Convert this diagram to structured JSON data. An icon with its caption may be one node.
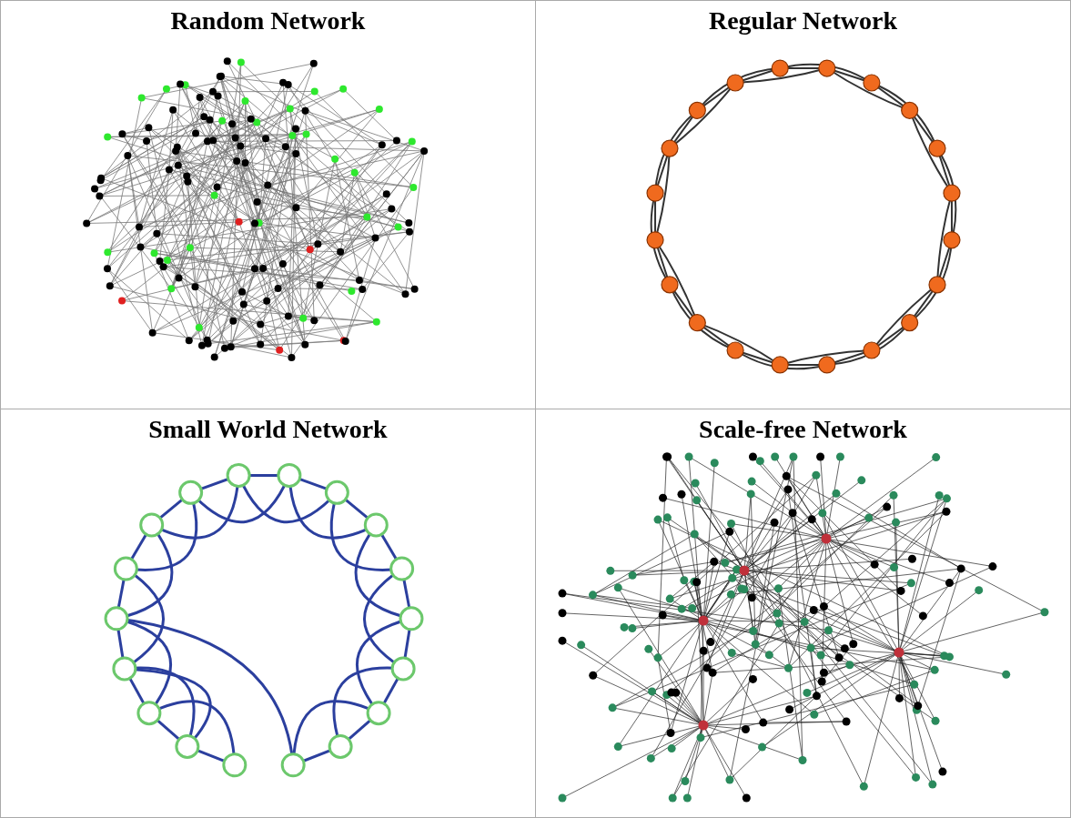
{
  "diagram": {
    "labels": [
      "Random Network",
      "Regular Network",
      "Small World Network",
      "Scale-free Network"
    ]
  }
}
